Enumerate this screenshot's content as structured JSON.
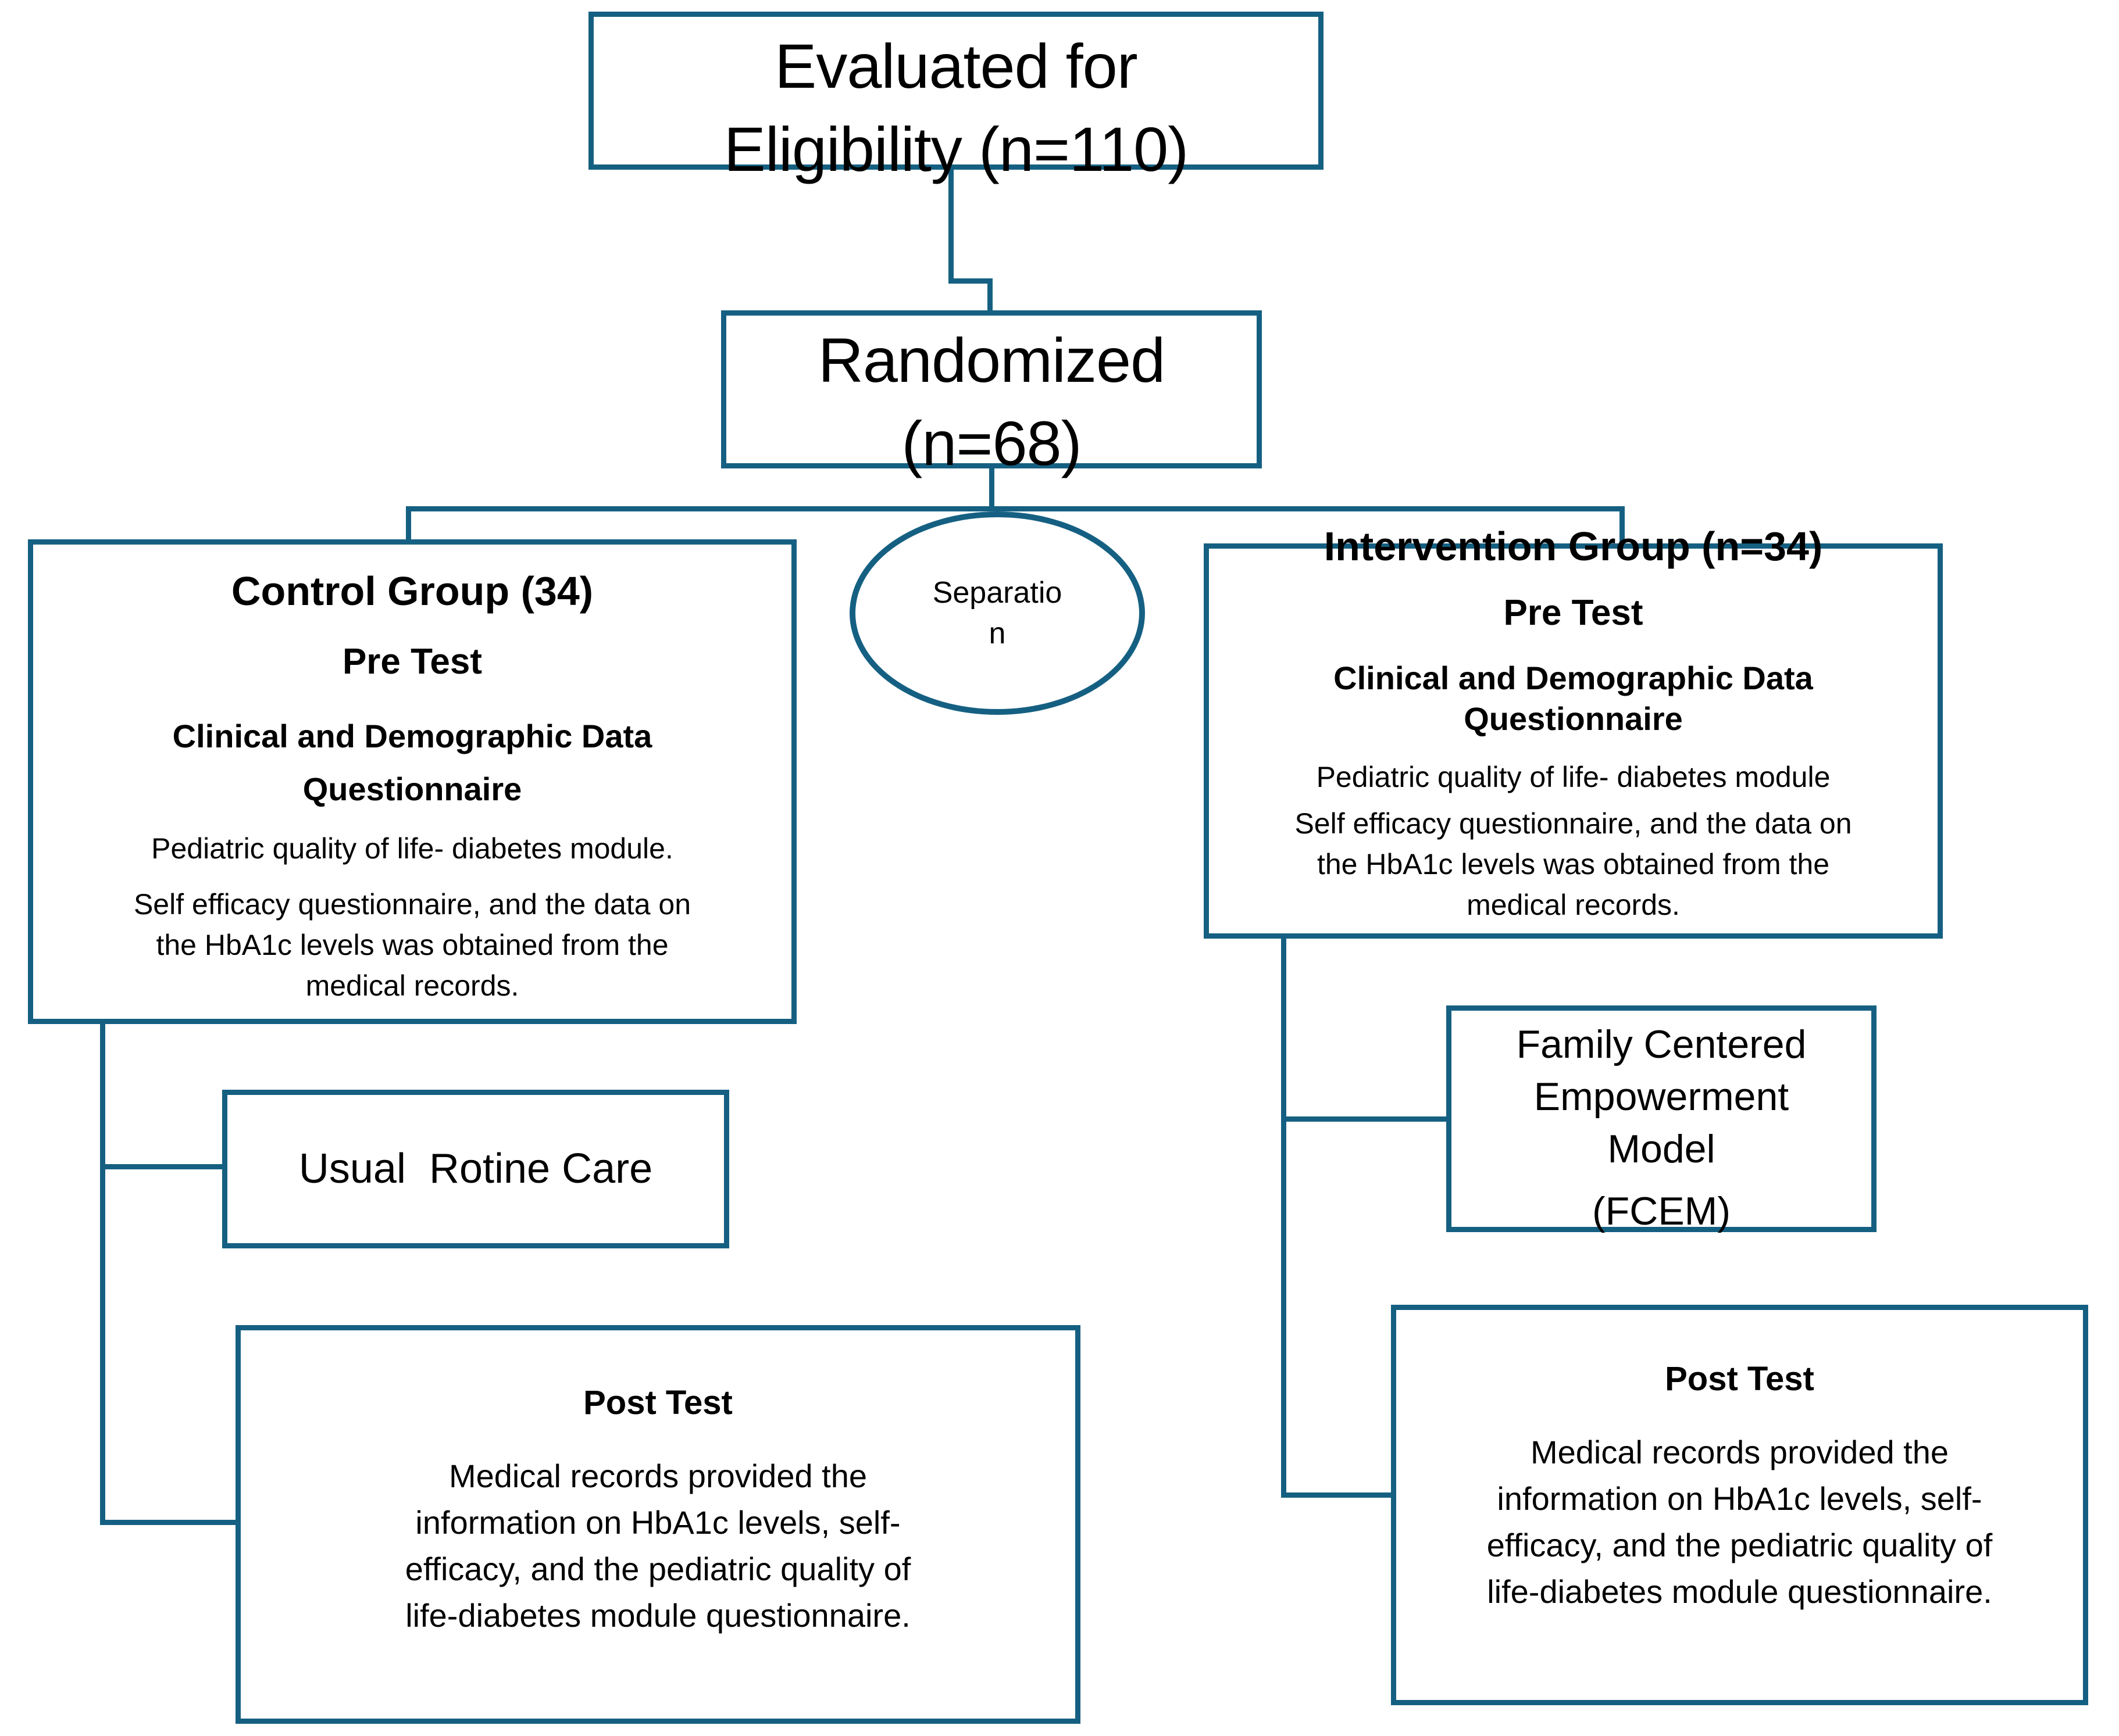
{
  "accent_color": "#156082",
  "text_color": "#000000",
  "nodes": {
    "eligibility": {
      "lines": [
        "Evaluated for",
        "Eligibility (n=110)"
      ]
    },
    "randomized": {
      "lines": [
        "Randomized",
        "(n=68)"
      ]
    },
    "separation": {
      "lines": [
        "Separatio",
        "n"
      ]
    },
    "control": {
      "title": "Control Group (34)",
      "phase": "Pre Test",
      "instruments": [
        "Clinical and Demographic Data",
        "Questionnaire"
      ],
      "body1": "Pediatric quality of life- diabetes module.",
      "body2": [
        "Self efficacy questionnaire, and the data on",
        "the HbA1c levels was obtained from the",
        "medical records."
      ]
    },
    "intervention": {
      "title": "Intervention Group (n=34)",
      "phase": "Pre Test",
      "instruments": [
        "Clinical and Demographic Data",
        "Questionnaire"
      ],
      "body1": "Pediatric quality of life- diabetes module",
      "body2": [
        "Self efficacy questionnaire, and the data on",
        "the HbA1c levels was obtained from the",
        "medical records."
      ]
    },
    "usual_care": {
      "text": "Usual  Rotine Care"
    },
    "fcem": {
      "lines": [
        "Family Centered",
        "Empowerment",
        "Model"
      ],
      "caption": "(FCEM)"
    },
    "post_control": {
      "title": "Post Test",
      "body": [
        "Medical records provided the",
        "information on HbA1c levels, self-",
        "efficacy, and the pediatric quality of",
        "life-diabetes module questionnaire."
      ]
    },
    "post_intervention": {
      "title": "Post Test",
      "body": [
        "Medical records provided the",
        "information on HbA1c levels, self-",
        "efficacy, and the pediatric quality of",
        "life-diabetes module questionnaire."
      ]
    }
  }
}
